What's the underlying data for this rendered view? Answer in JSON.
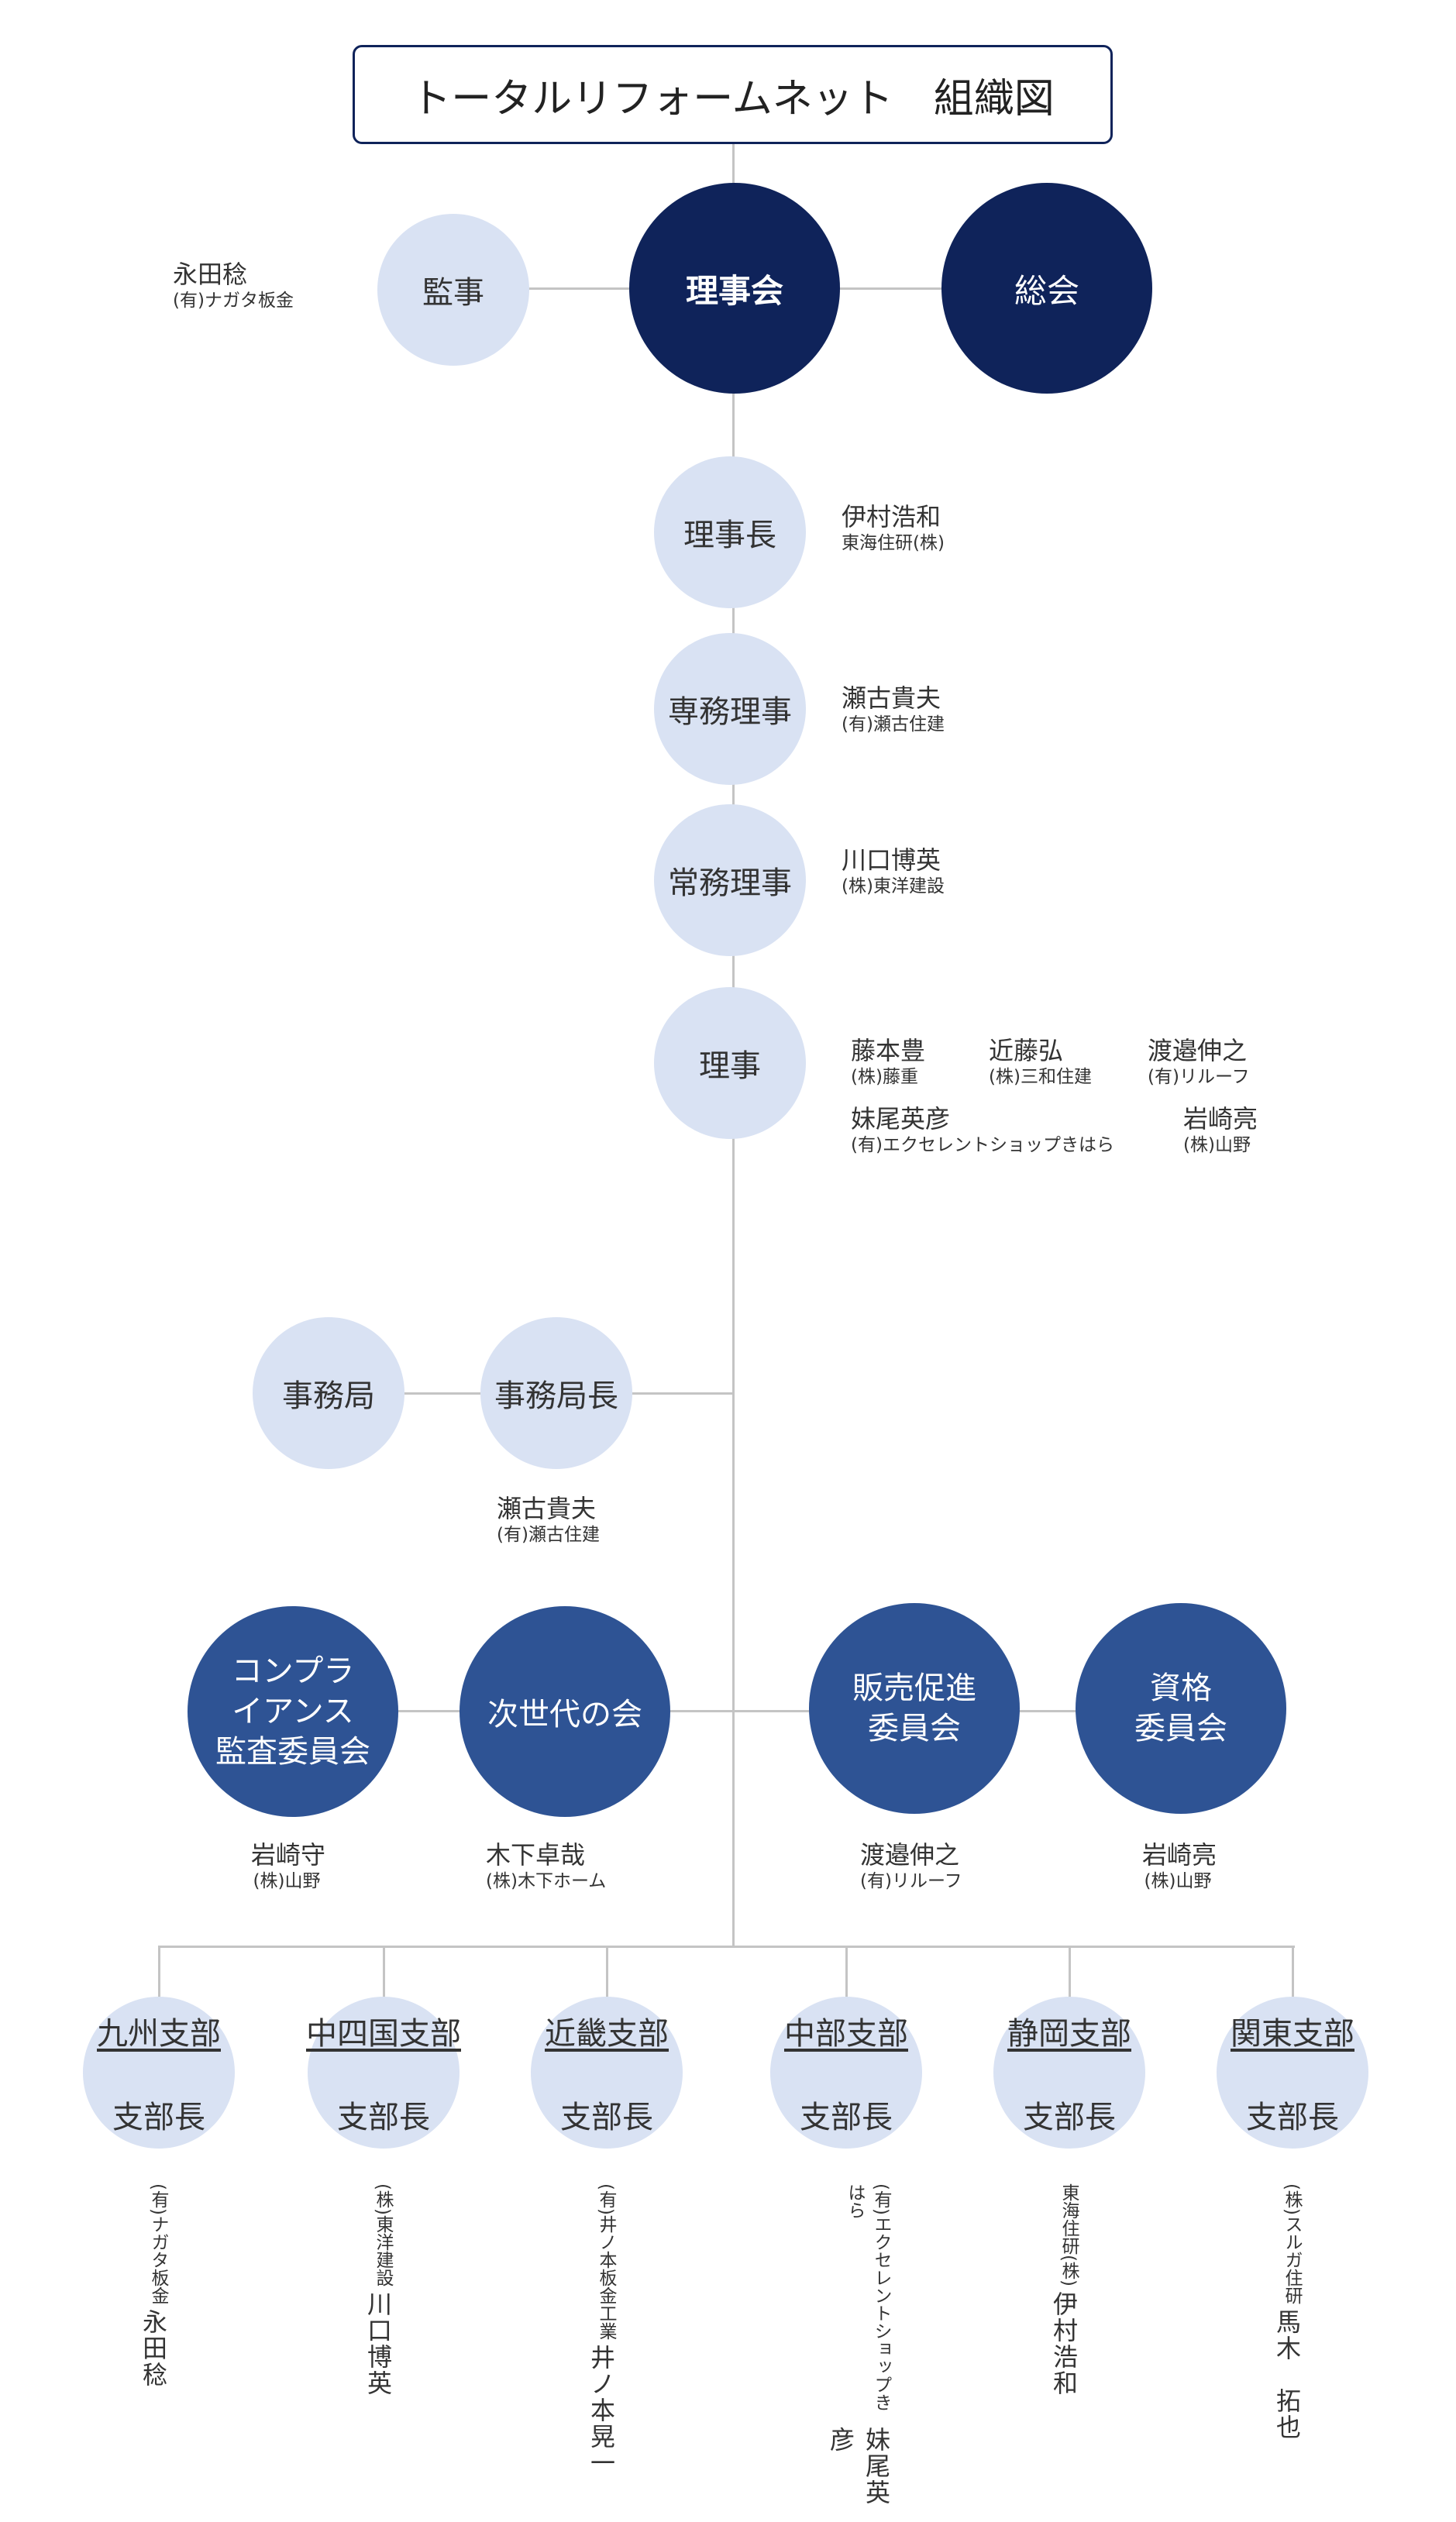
{
  "title": "トータルリフォームネット　組織図",
  "top": {
    "auditor": "監事",
    "board": "理事会",
    "assembly": "総会"
  },
  "auditor_person": {
    "name": "永田稔",
    "company": "(有)ナガタ板金"
  },
  "positions": [
    {
      "role": "理事長",
      "name": "伊村浩和",
      "company": "東海住研(株)"
    },
    {
      "role": "専務理事",
      "name": "瀬古貴夫",
      "company": "(有)瀬古住建"
    },
    {
      "role": "常務理事",
      "name": "川口博英",
      "company": "(株)東洋建設"
    }
  ],
  "directors": {
    "role": "理事",
    "members": [
      {
        "name": "藤本豊",
        "company": "(株)藤重"
      },
      {
        "name": "近藤弘",
        "company": "(株)三和住建"
      },
      {
        "name": "渡邉伸之",
        "company": "(有)リルーフ"
      },
      {
        "name": "妹尾英彦",
        "company": "(有)エクセレントショップきはら"
      },
      {
        "name": "岩崎亮",
        "company": "(株)山野"
      }
    ]
  },
  "secretariat": {
    "office": "事務局",
    "head": "事務局長",
    "name": "瀬古貴夫",
    "company": "(有)瀬古住建"
  },
  "committees": [
    {
      "label1": "コンプラ",
      "label2": "イアンス",
      "label3": "監査委員会",
      "name": "岩崎守",
      "company": "(株)山野"
    },
    {
      "label1": "次世代の会",
      "name": "木下卓哉",
      "company": "(株)木下ホーム"
    },
    {
      "label1": "販売促進",
      "label2": "委員会",
      "name": "渡邉伸之",
      "company": "(有)リルーフ"
    },
    {
      "label1": "資格",
      "label2": "委員会",
      "name": "岩崎亮",
      "company": "(株)山野"
    }
  ],
  "branches": [
    {
      "title": "九州支部",
      "head": "支部長",
      "name": "永田稔",
      "company": "(有)ナガタ板金"
    },
    {
      "title": "中四国支部",
      "head": "支部長",
      "name": "川口博英",
      "company": "(株)東洋建設"
    },
    {
      "title": "近畿支部",
      "head": "支部長",
      "name": "井ノ本晃一",
      "company": "(有)井ノ本板金工業"
    },
    {
      "title": "中部支部",
      "head": "支部長",
      "name": "妹尾英彦",
      "company": "(有)エクセレントショップきはら"
    },
    {
      "title": "静岡支部",
      "head": "支部長",
      "name": "伊村浩和",
      "company": "東海住研(株)"
    },
    {
      "title": "関東支部",
      "head": "支部長",
      "name": "馬木　拓也",
      "company": "(株)スルガ住研"
    }
  ]
}
